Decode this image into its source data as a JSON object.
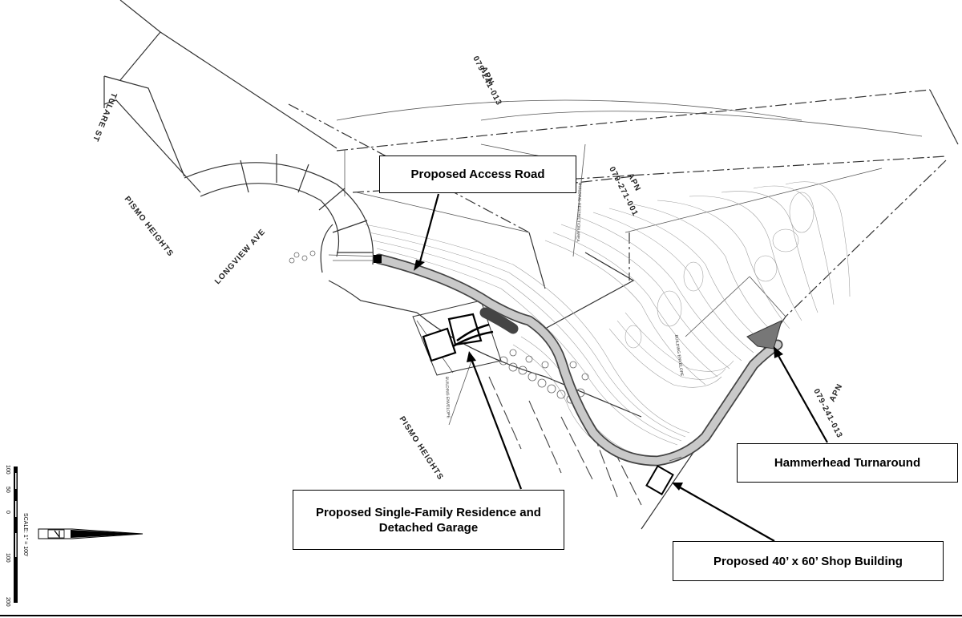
{
  "callouts": {
    "access_road": "Proposed Access Road",
    "residence_line1": "Proposed Single-Family Residence and",
    "residence_line2": "Detached Garage",
    "hammerhead": "Hammerhead Turnaround",
    "shop": "Proposed 40’ x 60’ Shop Building"
  },
  "map_labels": {
    "apn_top_1": "APN",
    "apn_top_2": "079-241-013",
    "apn_mid_1": "APN",
    "apn_mid_2": "079-271-001",
    "apn_right_1": "APN",
    "apn_right_2": "079-241-013",
    "tulare": "TULARE ST",
    "pismo_top": "PISMO HEIGHTS",
    "pismo_bottom": "PISMO HEIGHTS",
    "longview": "LONGVIEW AVE",
    "restriction": "BUILDING RESTRICTION AREA",
    "envelope_1": "BUILDING ENVELOPE",
    "envelope_2": "BUILDING ENVELOPE"
  },
  "scale_bar": {
    "ticks": [
      "100",
      "50",
      "0",
      "100",
      "200"
    ],
    "label": "SCALE: 1\" = 100'"
  },
  "colors": {
    "line": "#333333",
    "road_fill": "#c9c9c9",
    "contour": "#9a9a9a",
    "callout_border": "#000000"
  }
}
